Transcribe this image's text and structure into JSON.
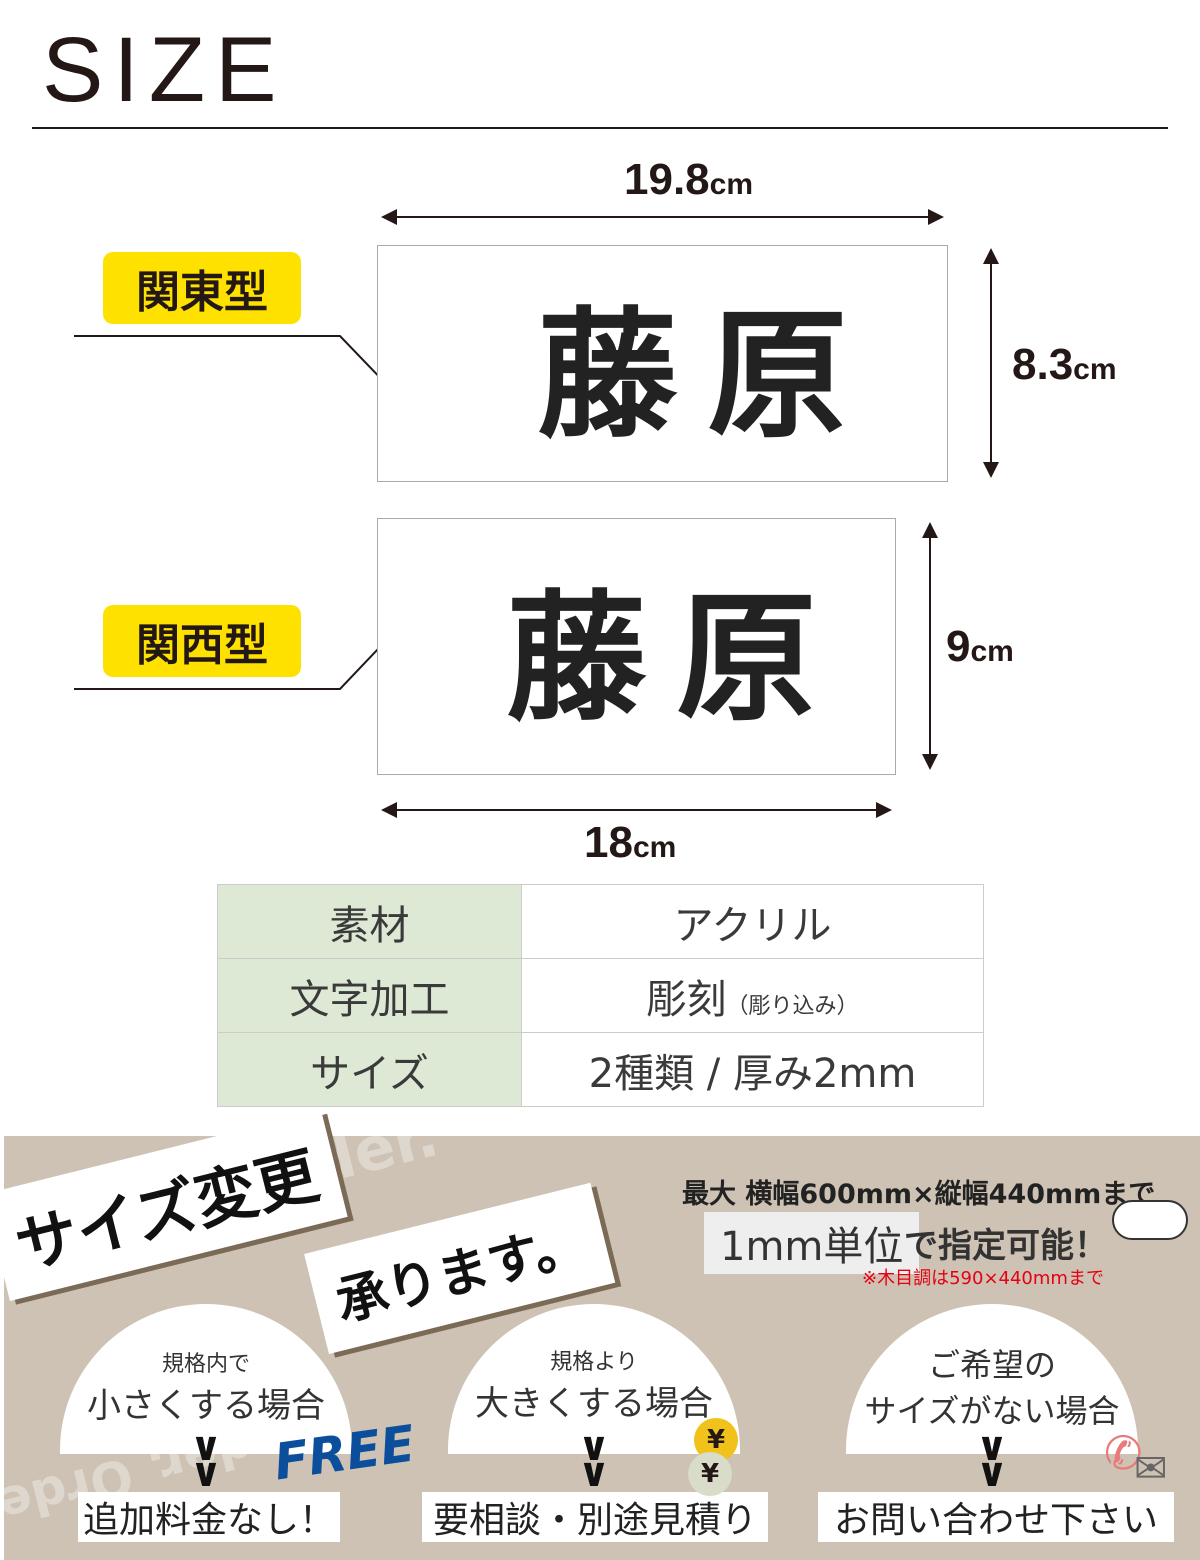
{
  "title": "SIZE",
  "kanto": {
    "label": "関東型",
    "name": "藤原",
    "width": "19.8",
    "height": "8.3",
    "unit": "cm"
  },
  "kansai": {
    "label": "関西型",
    "name": "藤原",
    "width": "18",
    "height": "9",
    "unit": "cm"
  },
  "spec": {
    "rows": [
      {
        "key": "素材",
        "value": "アクリル",
        "note": ""
      },
      {
        "key": "文字加工",
        "value": "彫刻",
        "note": "（彫り込み）"
      },
      {
        "key": "サイズ",
        "value": "2種類 / 厚み2mm",
        "note": ""
      }
    ]
  },
  "promo": {
    "headline1": "サイズ変更",
    "headline2": "承ります。",
    "watermark": "Order. Order.",
    "max": "最大 横幅600mm×縦幅440mmまで",
    "unit_badge": "1mm単位",
    "unit_rest": "で指定可能！",
    "wood_note": "※木目調は590×440mmまで",
    "cases": [
      {
        "sub": "規格内で",
        "main": "小さくする場合",
        "result": "追加料金なし！"
      },
      {
        "sub": "規格より",
        "main": "大きくする場合",
        "result": "要相談・別途見積り"
      },
      {
        "sub": "ご希望の",
        "main": "サイズがない場合",
        "result": "お問い合わせ下さい"
      }
    ],
    "free": "FREE",
    "yen": "¥"
  },
  "colors": {
    "yellow": "#ffe100",
    "green": "#dde9d5",
    "beige": "#cdc2b3",
    "red": "#e60012",
    "blue": "#0b4f9c"
  }
}
